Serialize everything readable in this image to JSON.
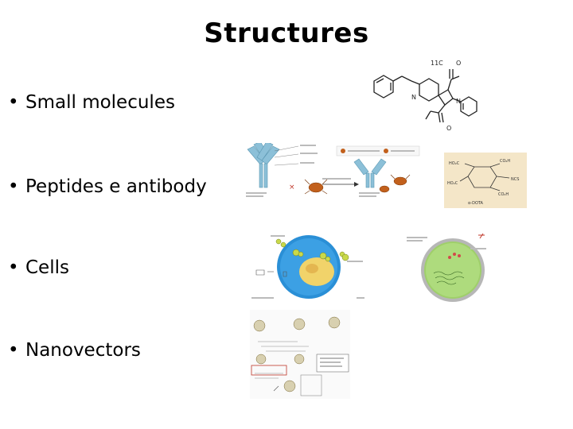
{
  "slide": {
    "title": "Structures",
    "bullet_glyph": "•",
    "bullets": [
      "Small molecules",
      "Peptides e antibody",
      "Cells",
      "Nanovectors"
    ]
  },
  "figures": {
    "molecule": {
      "label_isotope": "11C"
    },
    "dota": {
      "caption": "α-DOTA"
    }
  },
  "colors": {
    "antibody_blue": "#8cc0d8",
    "cell_blue": "#2a8fd6",
    "cell_green": "#9fcf6a",
    "crab_orange": "#c2601c",
    "dota_bg": "#f4e6c8"
  }
}
